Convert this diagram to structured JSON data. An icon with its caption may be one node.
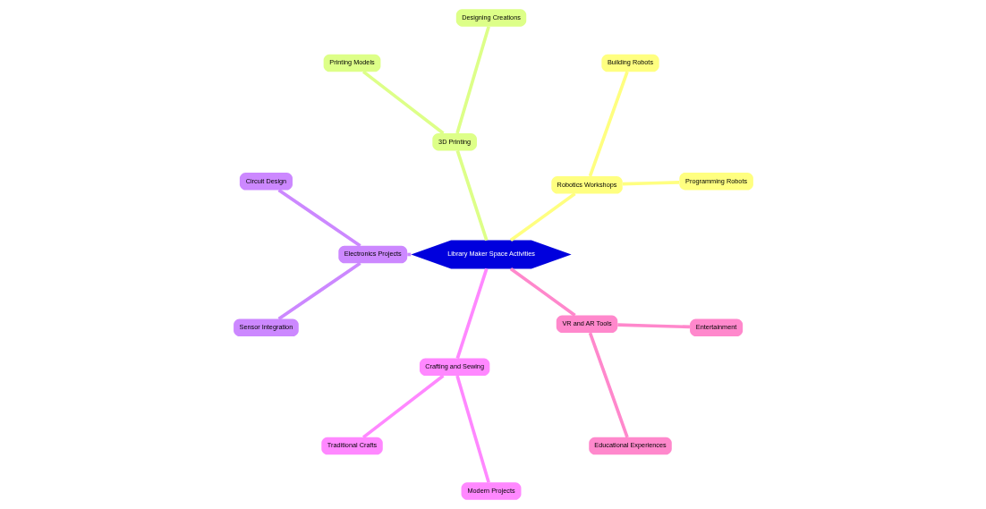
{
  "diagram": {
    "nodes": [
      {
        "text": [
          "Library Maker Space Activities"
        ]
      },
      {
        "text": [
          "Robotics Workshops"
        ]
      },
      {
        "text": [
          "Programming Robots"
        ]
      },
      {
        "text": [
          "Building Robots"
        ]
      },
      {
        "text": [
          "3D Printing"
        ]
      },
      {
        "text": [
          "Designing Creations"
        ]
      },
      {
        "text": [
          "Printing Models"
        ]
      },
      {
        "text": [
          "Electronics Projects"
        ]
      },
      {
        "text": [
          "Circuit Design"
        ]
      },
      {
        "text": [
          "Sensor Integration"
        ]
      },
      {
        "text": [
          "Crafting and Sewing"
        ]
      },
      {
        "text": [
          "Traditional Crafts"
        ]
      },
      {
        "text": [
          "Modern Projects"
        ]
      },
      {
        "text": [
          "VR and AR Tools"
        ]
      },
      {
        "text": [
          "Educational Experiences"
        ]
      },
      {
        "text": [
          "Entertainment"
        ]
      }
    ],
    "edges": [
      {
        "from": 0,
        "to": 1,
        "arrow": "none",
        "color": "#ffff80"
      },
      {
        "from": 1,
        "to": 2,
        "arrow": "none",
        "color": "#ffff80"
      },
      {
        "from": 1,
        "to": 3,
        "arrow": "none",
        "color": "#ffff80"
      },
      {
        "from": 0,
        "to": 4,
        "arrow": "none",
        "color": "#ddff88"
      },
      {
        "from": 4,
        "to": 5,
        "arrow": "none",
        "color": "#ddff88"
      },
      {
        "from": 4,
        "to": 6,
        "arrow": "none",
        "color": "#ddff88"
      },
      {
        "from": 0,
        "to": 7,
        "arrow": "none",
        "color": "#cc88ff"
      },
      {
        "from": 7,
        "to": 8,
        "arrow": "none",
        "color": "#cc88ff"
      },
      {
        "from": 7,
        "to": 9,
        "arrow": "none",
        "color": "#cc88ff"
      },
      {
        "from": 0,
        "to": 10,
        "arrow": "none",
        "color": "#ff88ff"
      },
      {
        "from": 10,
        "to": 11,
        "arrow": "none",
        "color": "#ff88ff"
      },
      {
        "from": 10,
        "to": 12,
        "arrow": "none",
        "color": "#ff88ff"
      },
      {
        "from": 0,
        "to": 13,
        "arrow": "none",
        "color": "#ff88cc"
      },
      {
        "from": 13,
        "to": 14,
        "arrow": "none",
        "color": "#ff88cc"
      },
      {
        "from": 13,
        "to": 15,
        "arrow": "none",
        "color": "#ff88cc"
      }
    ]
  }
}
